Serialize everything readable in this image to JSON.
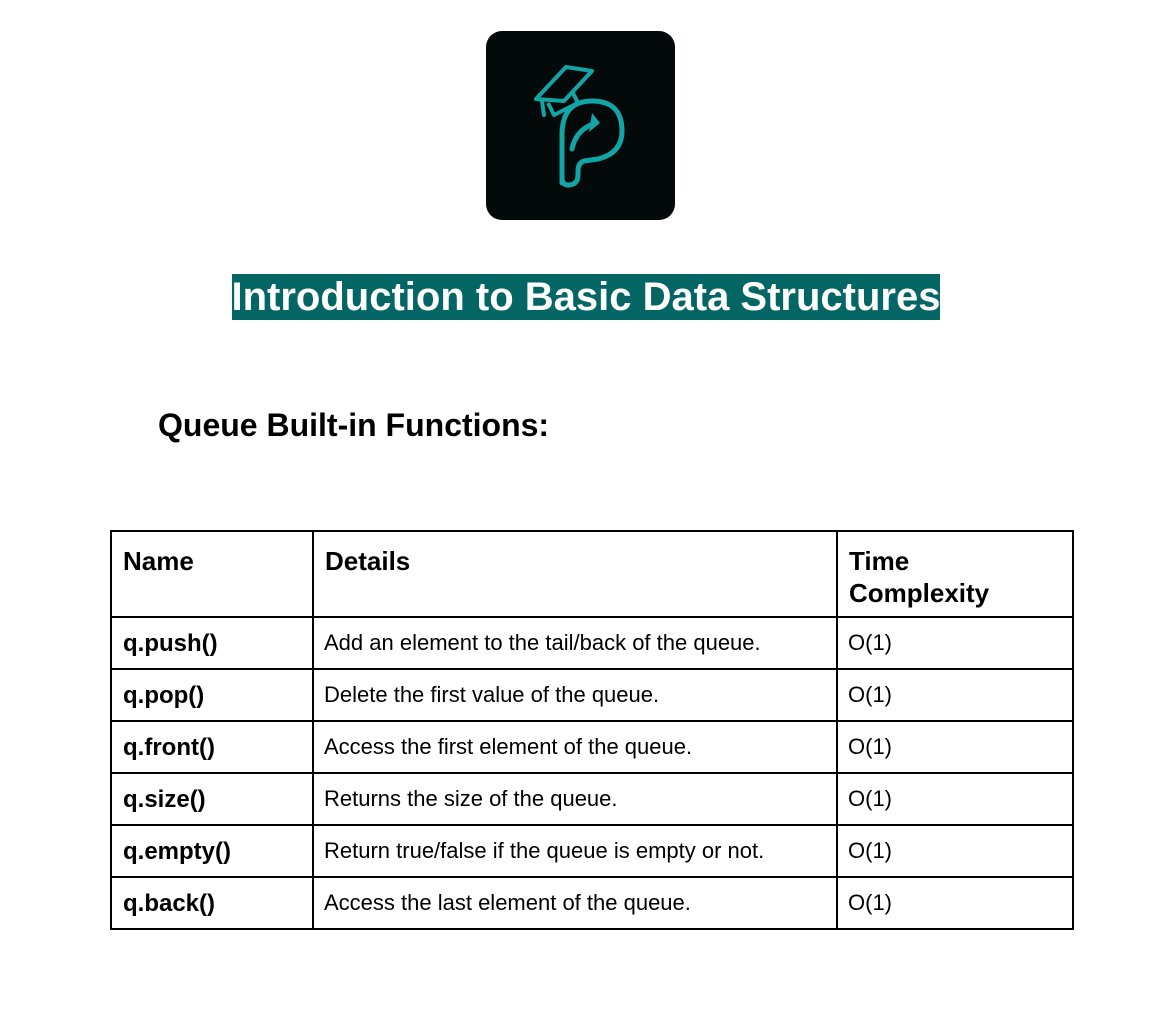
{
  "logo": {
    "icon": "graduation-cap-p-arrow-logo",
    "background": "#030a09",
    "accent": "#13a5a6"
  },
  "title": {
    "text": "Introduction to Basic Data Structures",
    "background": "#036564",
    "color": "#ffffff"
  },
  "section_heading": "Queue Built-in Functions:",
  "table": {
    "headers": {
      "name": "Name",
      "details": "Details",
      "time_line1": "Time",
      "time_line2": "Complexity"
    },
    "rows": [
      {
        "name": "q.push()",
        "details": "Add an element to the tail/back of the queue.",
        "time": "O(1)"
      },
      {
        "name": "q.pop()",
        "details": "Delete the first value of the queue.",
        "time": "O(1)"
      },
      {
        "name": "q.front()",
        "details": "Access the first element of the queue.",
        "time": "O(1)"
      },
      {
        "name": "q.size()",
        "details": "Returns the size of the queue.",
        "time": "O(1)"
      },
      {
        "name": "q.empty()",
        "details": "Return true/false if the queue is empty or not.",
        "time": "O(1)"
      },
      {
        "name": "q.back()",
        "details": "Access the last element of the queue.",
        "time": "O(1)"
      }
    ]
  }
}
